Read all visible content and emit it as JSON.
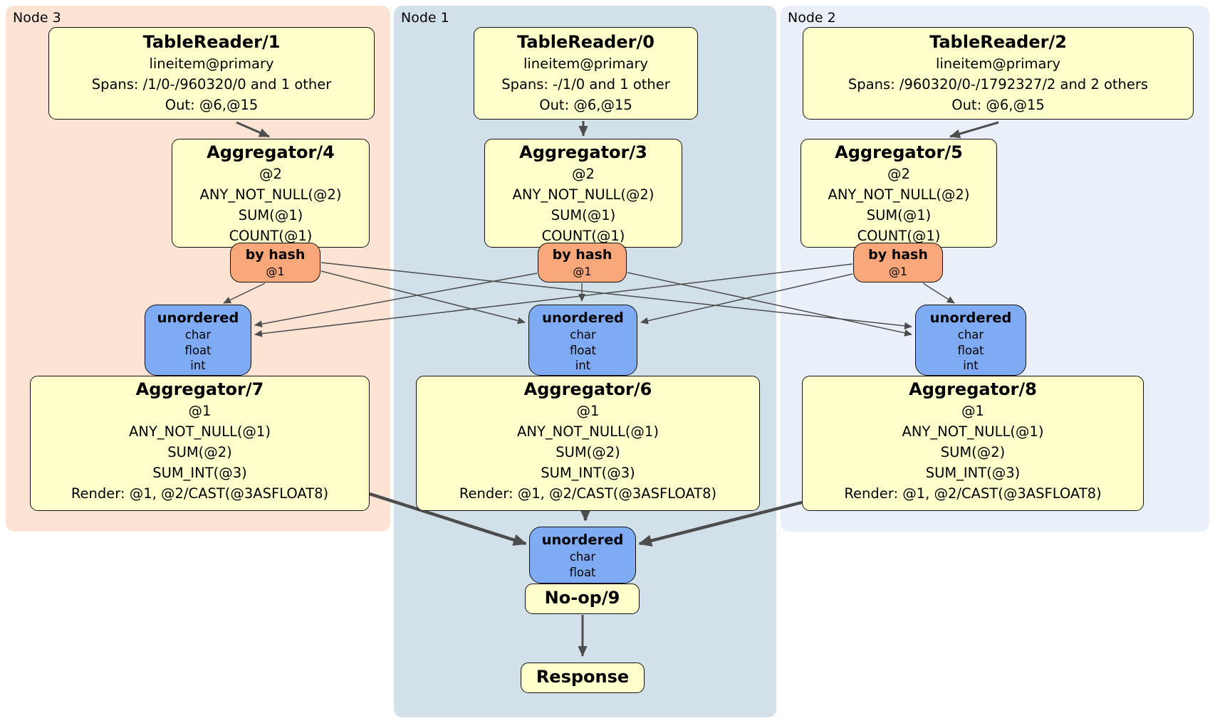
{
  "panels": [
    {
      "id": "node3",
      "label": "Node 3"
    },
    {
      "id": "node1",
      "label": "Node 1"
    },
    {
      "id": "node2",
      "label": "Node 2"
    }
  ],
  "boxes": {
    "tr1": {
      "title": "TableReader/1",
      "lines": [
        "lineitem@primary",
        "Spans: /1/0-/960320/0 and 1 other",
        "Out: @6,@15"
      ]
    },
    "agg4": {
      "title": "Aggregator/4",
      "lines": [
        "@2",
        "ANY_NOT_NULL(@2)",
        "SUM(@1)",
        "COUNT(@1)"
      ]
    },
    "bh4": {
      "title": "by hash",
      "sub": "@1"
    },
    "u3": {
      "title": "unordered",
      "lines": [
        "char",
        "float",
        "int"
      ]
    },
    "agg7": {
      "title": "Aggregator/7",
      "lines": [
        "@1",
        "ANY_NOT_NULL(@1)",
        "SUM(@2)",
        "SUM_INT(@3)",
        "Render: @1, @2/CAST(@3ASFLOAT8)"
      ]
    },
    "tr0": {
      "title": "TableReader/0",
      "lines": [
        "lineitem@primary",
        "Spans: -/1/0 and 1 other",
        "Out: @6,@15"
      ]
    },
    "agg3": {
      "title": "Aggregator/3",
      "lines": [
        "@2",
        "ANY_NOT_NULL(@2)",
        "SUM(@1)",
        "COUNT(@1)"
      ]
    },
    "bh3": {
      "title": "by hash",
      "sub": "@1"
    },
    "u1": {
      "title": "unordered",
      "lines": [
        "char",
        "float",
        "int"
      ]
    },
    "agg6": {
      "title": "Aggregator/6",
      "lines": [
        "@1",
        "ANY_NOT_NULL(@1)",
        "SUM(@2)",
        "SUM_INT(@3)",
        "Render: @1, @2/CAST(@3ASFLOAT8)"
      ]
    },
    "tr2": {
      "title": "TableReader/2",
      "lines": [
        "lineitem@primary",
        "Spans: /960320/0-/1792327/2 and 2 others",
        "Out: @6,@15"
      ]
    },
    "agg5": {
      "title": "Aggregator/5",
      "lines": [
        "@2",
        "ANY_NOT_NULL(@2)",
        "SUM(@1)",
        "COUNT(@1)"
      ]
    },
    "bh5": {
      "title": "by hash",
      "sub": "@1"
    },
    "u2": {
      "title": "unordered",
      "lines": [
        "char",
        "float",
        "int"
      ]
    },
    "agg8": {
      "title": "Aggregator/8",
      "lines": [
        "@1",
        "ANY_NOT_NULL(@1)",
        "SUM(@2)",
        "SUM_INT(@3)",
        "Render: @1, @2/CAST(@3ASFLOAT8)"
      ]
    },
    "uf": {
      "title": "unordered",
      "lines": [
        "char",
        "float"
      ]
    },
    "noop": {
      "title": "No-op/9"
    },
    "resp": {
      "title": "Response"
    }
  },
  "edges": [
    [
      "tr1",
      "agg4"
    ],
    [
      "tr0",
      "agg3"
    ],
    [
      "tr2",
      "agg5"
    ],
    [
      "bh4",
      "u3"
    ],
    [
      "bh4",
      "u1"
    ],
    [
      "bh4",
      "u2"
    ],
    [
      "bh3",
      "u3"
    ],
    [
      "bh3",
      "u1"
    ],
    [
      "bh3",
      "u2"
    ],
    [
      "bh5",
      "u3"
    ],
    [
      "bh5",
      "u1"
    ],
    [
      "bh5",
      "u2"
    ],
    [
      "agg7",
      "uf"
    ],
    [
      "agg6",
      "uf"
    ],
    [
      "agg8",
      "uf"
    ],
    [
      "noop",
      "resp"
    ]
  ],
  "colors": {
    "panel_node3": "#fce3d3",
    "panel_node1": "#d2e0ea",
    "panel_node2": "#eaf0f9",
    "processor_fill": "#ffffcc",
    "router_fill": "#f8a77b",
    "sync_fill": "#7fabf4",
    "edge": "#4d4d4d",
    "border": "#111111"
  }
}
